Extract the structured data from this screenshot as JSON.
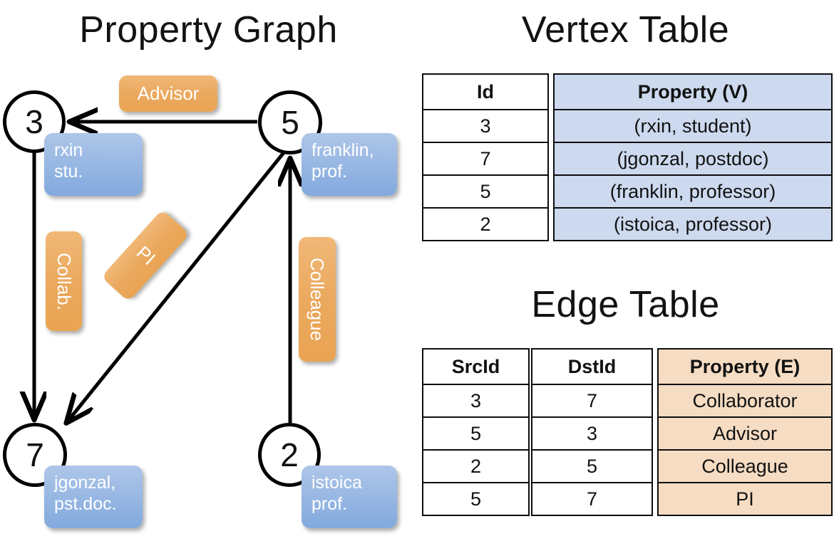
{
  "titles": {
    "property_graph": "Property Graph",
    "vertex_table": "Vertex Table",
    "edge_table": "Edge Table"
  },
  "graph": {
    "nodes": [
      {
        "id": "3",
        "property": "rxin\nstu."
      },
      {
        "id": "5",
        "property": "franklin,\nprof."
      },
      {
        "id": "7",
        "property": "jgonzal,\npst.doc."
      },
      {
        "id": "2",
        "property": "istoica\nprof."
      }
    ],
    "edge_labels": [
      {
        "name": "advisor",
        "label": "Advisor"
      },
      {
        "name": "collab",
        "label": "Collab."
      },
      {
        "name": "pi",
        "label": "PI"
      },
      {
        "name": "colleague",
        "label": "Colleague"
      }
    ]
  },
  "vertex_table": {
    "headers": [
      "Id",
      "Property (V)"
    ],
    "rows": [
      {
        "id": "3",
        "property": "(rxin, student)"
      },
      {
        "id": "7",
        "property": "(jgonzal, postdoc)"
      },
      {
        "id": "5",
        "property": "(franklin, professor)"
      },
      {
        "id": "2",
        "property": "(istoica, professor)"
      }
    ]
  },
  "edge_table": {
    "headers": [
      "SrcId",
      "DstId",
      "Property (E)"
    ],
    "rows": [
      {
        "src": "3",
        "dst": "7",
        "property": "Collaborator"
      },
      {
        "src": "5",
        "dst": "3",
        "property": "Advisor"
      },
      {
        "src": "2",
        "dst": "5",
        "property": "Colleague"
      },
      {
        "src": "5",
        "dst": "7",
        "property": "PI"
      }
    ]
  },
  "colors": {
    "vertex_property_fill": "#ccd9ee",
    "edge_property_fill": "#f5dcc3",
    "node_box_blue": "#9ab9e4",
    "edge_label_orange": "#eba95f",
    "stroke": "#000000"
  }
}
